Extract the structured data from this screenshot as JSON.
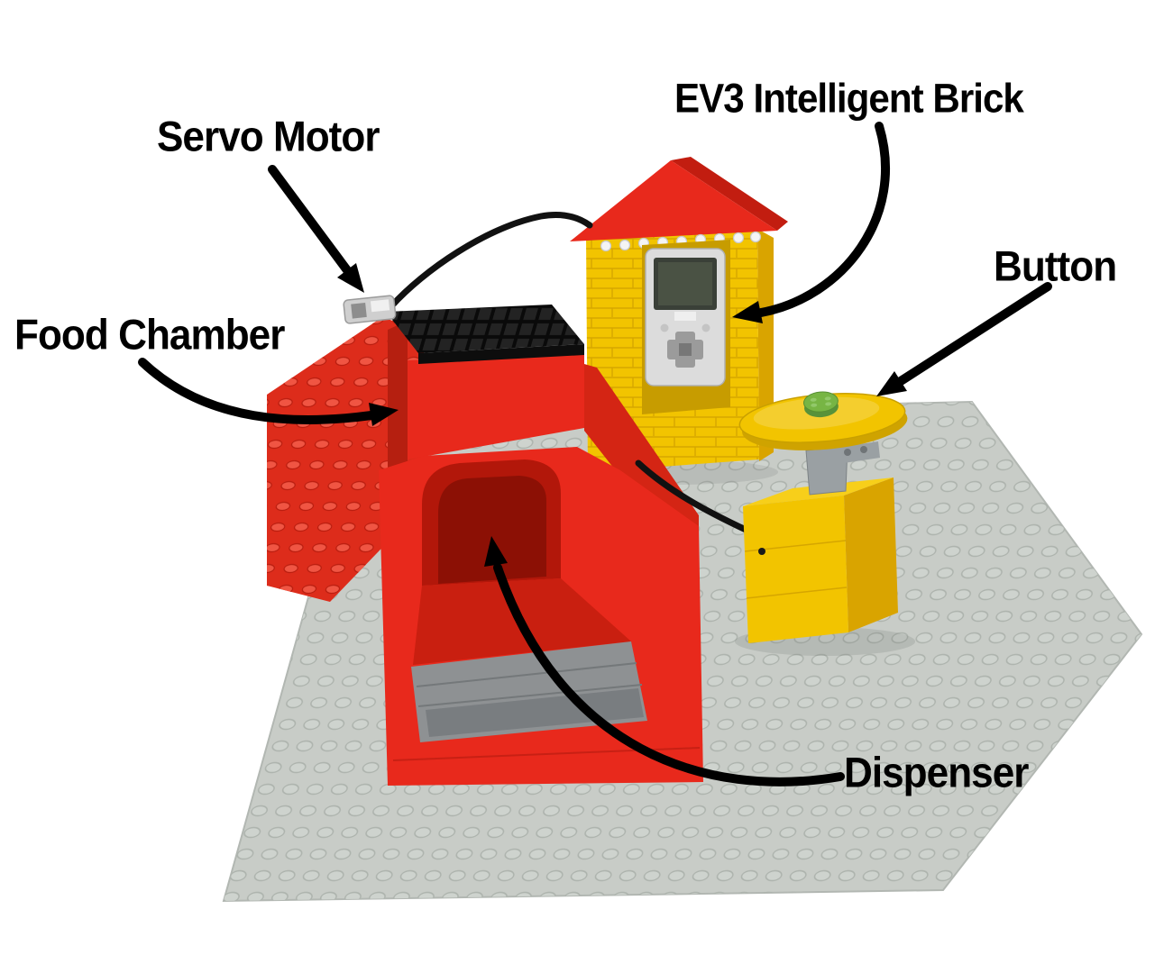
{
  "figure": {
    "labels": {
      "servo_motor": "Servo Motor",
      "food_chamber": "Food Chamber",
      "ev3_brick": "EV3 Intelligent Brick",
      "button": "Button",
      "dispenser": "Dispenser"
    },
    "colors": {
      "background": "#ffffff",
      "annotation": "#000000",
      "brick_red": "#e8291c",
      "brick_yellow": "#f2c400",
      "baseplate_gray": "#c8ccc7",
      "slope_gray": "#8e9193",
      "button_hub_green": "#77b544",
      "ev3_body_gray": "#dcdcdc",
      "ev3_screen": "#3a4038"
    }
  }
}
